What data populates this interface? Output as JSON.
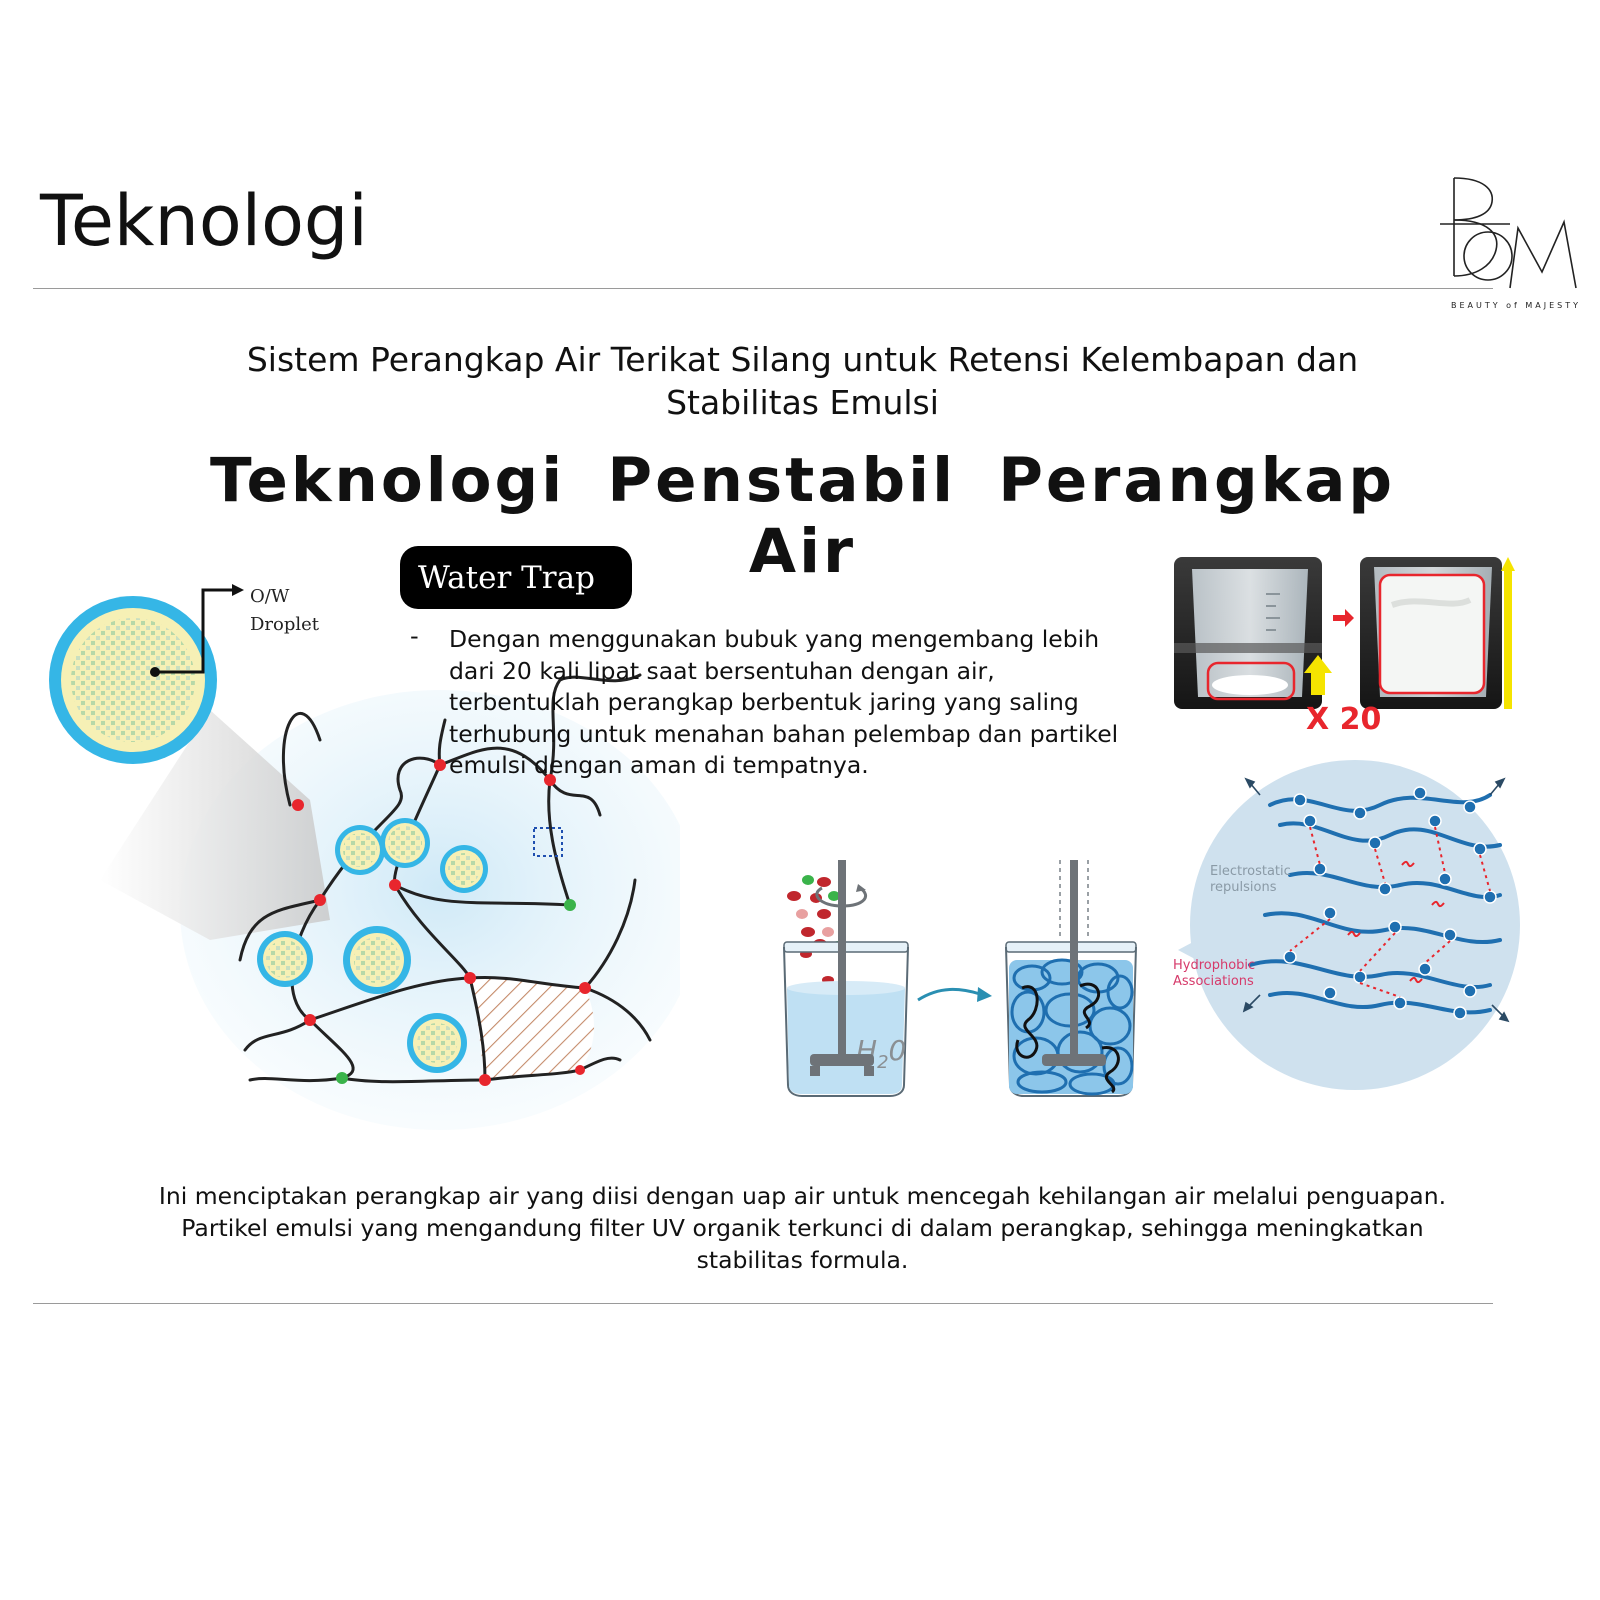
{
  "page": {
    "title": "Teknologi",
    "subtitle_line1": "Sistem Perangkap Air Terikat Silang untuk Retensi Kelembapan dan",
    "subtitle_line2": "Stabilitas Emulsi",
    "section_title": "Teknologi Penstabil Perangkap Air"
  },
  "logo": {
    "tagline": "BEAUTY of MAJESTY"
  },
  "water_trap": {
    "badge_label": "Water Trap",
    "bullet_marker": "-",
    "bullet_text": "Dengan menggunakan bubuk yang mengembang lebih dari 20 kali lipat saat bersentuhan dengan air, terbentuklah perangkap berbentuk jaring yang saling terhubung untuk menahan bahan pelembap dan partikel emulsi dengan aman di tempatnya."
  },
  "diagram": {
    "droplet_label_line1": "O/W",
    "droplet_label_line2": "Droplet",
    "swell_label": "X 20",
    "water_label": "H",
    "water_subscript": "2",
    "water_label_end": "0",
    "electrostatic_line1": "Electrostatic",
    "electrostatic_line2": "repulsions",
    "hydrophobic_line1": "Hydrophobic",
    "hydrophobic_line2": "Associations"
  },
  "footer": {
    "line1": "Ini menciptakan perangkap air yang diisi dengan uap air untuk mencegah kehilangan air melalui penguapan.",
    "line2": "Partikel emulsi yang mengandung filter UV organik terkunci di dalam perangkap, sehingga meningkatkan",
    "line3": "stabilitas formula."
  },
  "colors": {
    "accent_red": "#e8262d",
    "crosslink_green": "#3ab34a",
    "droplet_blue": "#35b6e6",
    "droplet_cream": "#f6f0b5",
    "highlight_yellow": "#f5e400",
    "polymer_blue": "#1f6fb0"
  }
}
